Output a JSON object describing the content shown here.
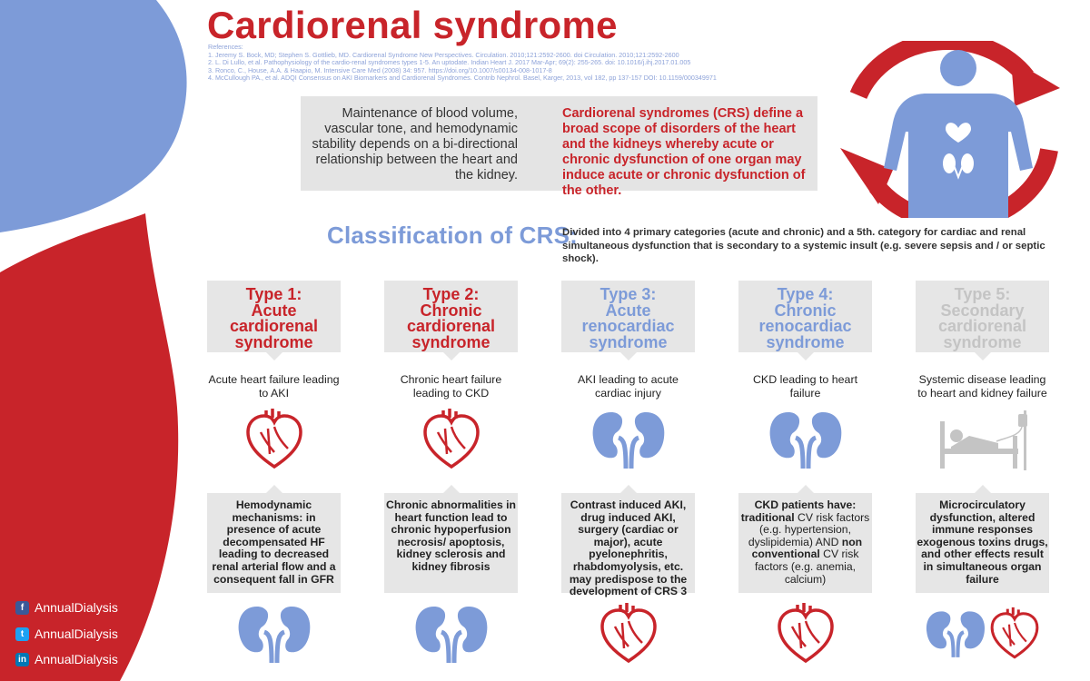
{
  "header": {
    "title": "Cardiorenal syndrome",
    "references_label": "References:",
    "references": [
      "1. Jeremy S. Bock, MD; Stephen S. Gottlieb, MD. Cardiorenal Syndrome New Perspectives. Circulation. 2010;121:2592-2600. doi Circulation. 2010;121:2592-2600",
      "2. L. Di Lullo, et al. Pathophysiology of the cardio-renal syndromes types 1-5. An uptodate. Indian Heart J. 2017 Mar-Apr; 69(2): 255-265. doi: 10.1016/j.ihj.2017.01.005",
      "3. Ronco, C., House, A.A. & Haapio, M. Intensive Care Med (2008) 34: 957. https://doi.org/10.1007/s00134-008-1017-8",
      "4. McCullough PA., et al. ADQI Consensus on AKI Biomarkers and Cardiorenal Syndromes. Contrib Nephrol. Basel, Karger, 2013, vol 182, pp 137-157 DOI: 10.1159/000349971"
    ]
  },
  "intro": {
    "left_text": "Maintenance of blood volume, vascular tone, and hemodynamic stability depends on a bi-directional relationship between the heart and the kidney.",
    "right_text": "Cardiorenal syndromes (CRS) define a broad scope of disorders of the heart and the kidneys whereby acute or chronic dysfunction of one organ may induce acute or chronic dysfunction of the other."
  },
  "classification": {
    "title": "Classification of CRS:",
    "description": "Divided into 4 primary categories (acute and chronic) and a 5th. category for cardiac and renal simultaneous dysfunction that is secondary to a systemic insult (e.g. severe sepsis and / or septic shock)."
  },
  "colors": {
    "red": "#c8242a",
    "blue": "#7d9bd8",
    "gray_text": "#c4c4c4",
    "box_gray": "#e6e6e6"
  },
  "types": [
    {
      "number": "Type 1:",
      "name": "Acute cardiorenal syndrome",
      "color": "#c8242a",
      "cause": "Acute heart failure leading to AKI",
      "cause_icon": "heart-icon",
      "mechanism": "Hemodynamic mechanisms: in presence of acute decompensated HF leading to decreased renal arterial flow and a consequent fall in GFR",
      "result_icon": "kidneys-icon"
    },
    {
      "number": "Type 2:",
      "name": "Chronic cardiorenal syndrome",
      "color": "#c8242a",
      "cause": "Chronic heart failure leading to CKD",
      "cause_icon": "heart-icon",
      "mechanism": "Chronic abnormalities in heart function lead to chronic hypoperfusion necrosis/ apoptosis, kidney sclerosis and kidney fibrosis",
      "result_icon": "kidneys-icon"
    },
    {
      "number": "Type 3:",
      "name": "Acute renocardiac syndrome",
      "color": "#7d9bd8",
      "cause": "AKI leading to acute cardiac injury",
      "cause_icon": "kidneys-icon",
      "mechanism": "Contrast induced AKI, drug induced AKI, surgery (cardiac or major), acute pyelonephritis, rhabdomyolysis, etc. may predispose to the development of CRS 3",
      "result_icon": "heart-icon"
    },
    {
      "number": "Type 4:",
      "name": "Chronic renocardiac syndrome",
      "color": "#7d9bd8",
      "cause": "CKD leading to heart failure",
      "cause_icon": "kidneys-icon",
      "mechanism_parts": [
        "CKD patients have:",
        "traditional",
        " CV risk factors (e.g. hypertension, dyslipidemia) AND ",
        "non conventional",
        " CV risk factors (e.g. anemia, calcium)"
      ],
      "result_icon": "heart-icon"
    },
    {
      "number": "Type 5:",
      "name": "Secondary cardiorenal syndrome",
      "color": "#c4c4c4",
      "cause": "Systemic disease leading to heart and kidney failure",
      "cause_icon": "hospital-bed-icon",
      "mechanism": "Microcirculatory dysfunction, altered immune responses exogenous toxins drugs, and other effects result in simultaneous organ failure",
      "result_icon": "kidneys-heart-icon"
    }
  ],
  "social": [
    {
      "network": "facebook",
      "icon": "facebook-icon",
      "handle": "AnnualDialysis",
      "glyph": "f"
    },
    {
      "network": "twitter",
      "icon": "twitter-icon",
      "handle": "AnnualDialysis",
      "glyph": "t"
    },
    {
      "network": "linkedin",
      "icon": "linkedin-icon",
      "handle": "AnnualDialysis",
      "glyph": "in"
    }
  ]
}
